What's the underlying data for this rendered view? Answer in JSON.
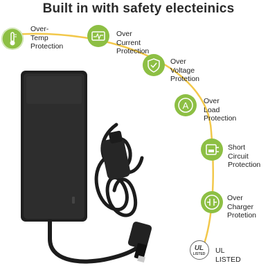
{
  "title": "Built in with safety electeinics",
  "features": [
    {
      "label": "Over-Temp\nProtection",
      "icon": "thermometer-icon"
    },
    {
      "label": "Over Current\nProtection",
      "icon": "current-meter-icon"
    },
    {
      "label": "Over Voltage\nProtetion",
      "icon": "shield-check-icon"
    },
    {
      "label": "Over Load\nProtection",
      "icon": "ampere-icon"
    },
    {
      "label": "Short Circuit\nProtection",
      "icon": "short-circuit-icon"
    },
    {
      "label": "Over Charger\nProtetion",
      "icon": "charger-icon"
    }
  ],
  "certification": {
    "label": "UL LISTED",
    "badge_text": "UL",
    "badge_subtext": "LISTED",
    "icon": "ul-listed-icon"
  },
  "colors": {
    "accent": "#8dbf44",
    "arc": "#f2c84b",
    "adapter": "#2b2b2b"
  }
}
